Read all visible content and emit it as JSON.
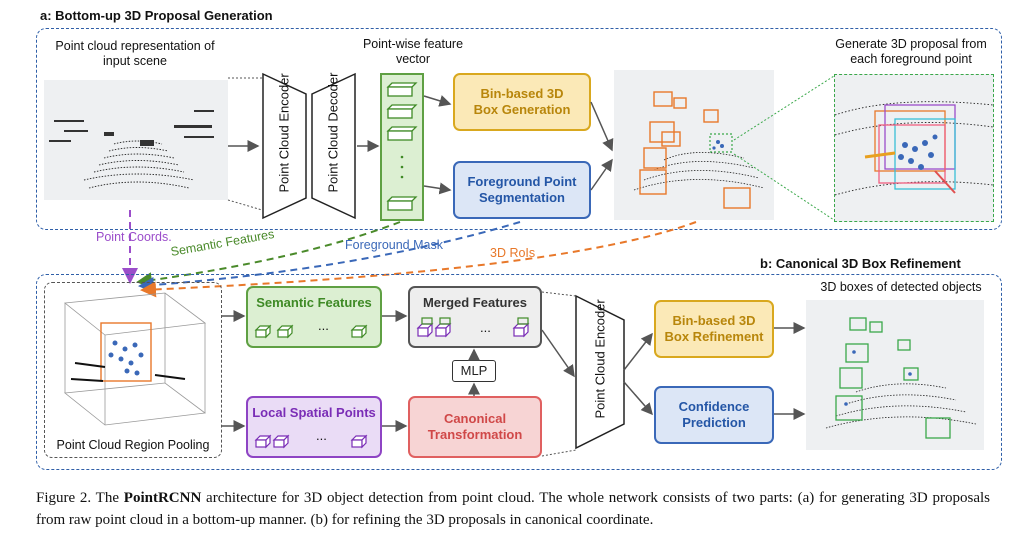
{
  "section_a": {
    "title": "a: Bottom-up 3D Proposal Generation",
    "input_label": "Point cloud representation of input scene",
    "feature_label": "Point-wise feature vector",
    "encoder": "Point Cloud Encoder",
    "decoder": "Point Cloud Decoder",
    "bin_box": "Bin-based 3D Box Generation",
    "fg_seg": "Foreground Point Segmentation",
    "proposal_label": "Generate 3D proposal from each foreground point"
  },
  "links": {
    "point_coords": "Point Coords.",
    "semantic_features": "Semantic Features",
    "foreground_mask": "Foreground Mask",
    "rois": "3D RoIs"
  },
  "section_b": {
    "title": "b: Canonical 3D Box Refinement",
    "pooling_label": "Point Cloud Region Pooling",
    "semantic_features": "Semantic Features",
    "local_spatial": "Local Spatial Points",
    "merged_features": "Merged Features",
    "mlp": "MLP",
    "canonical": "Canonical Transformation",
    "encoder": "Point Cloud Encoder",
    "bin_refine": "Bin-based 3D Box Refinement",
    "confidence": "Confidence Prediction",
    "detected_label": "3D boxes of detected objects",
    "ellipsis": "..."
  },
  "caption": {
    "prefix": "Figure 2. The ",
    "bold": "PointRCNN",
    "rest": " architecture for 3D object detection from point cloud.  The whole network consists of two parts: (a) for generating 3D proposals from raw point cloud in a bottom-up manner. (b) for refining the 3D proposals in canonical coordinate."
  },
  "colors": {
    "panel_border": "#2f5fa8",
    "green": "#5fa043",
    "blue": "#3a68b8",
    "orange": "#e8782a",
    "purple": "#9b4dca"
  }
}
